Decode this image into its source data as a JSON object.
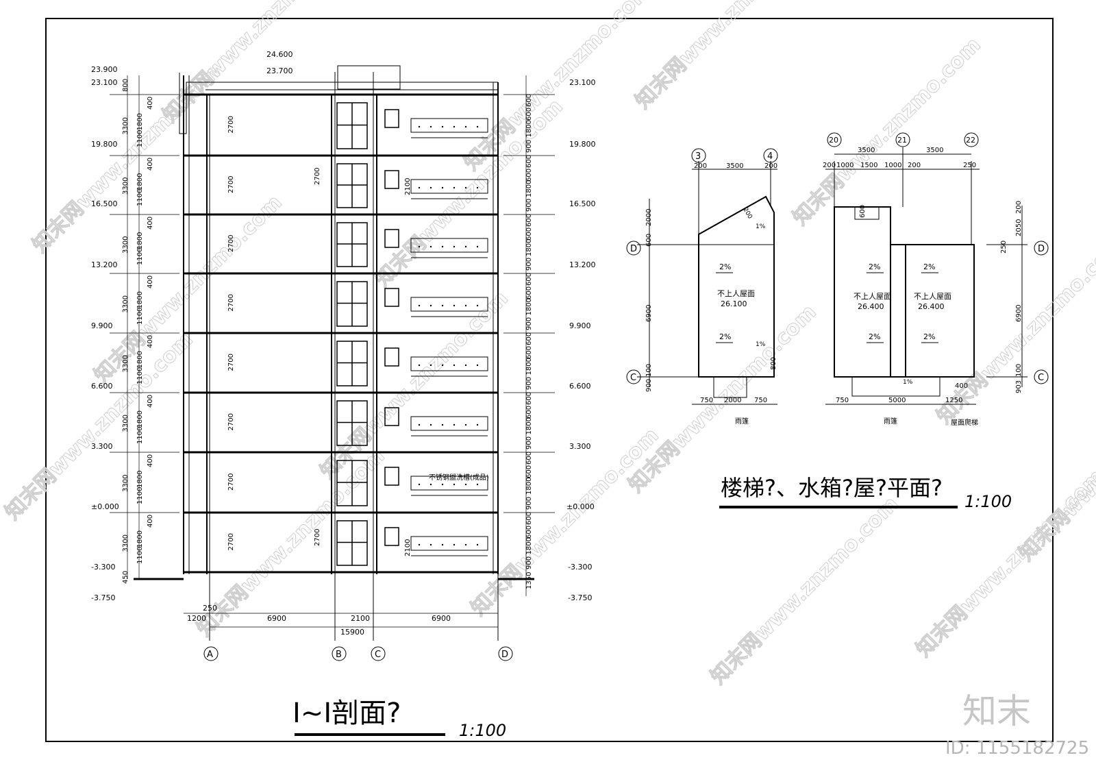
{
  "section": {
    "title": "I~I剖面?",
    "scale": "1:100",
    "left_elevations": [
      "23.900",
      "23.100",
      "19.800",
      "16.500",
      "13.200",
      "9.900",
      "6.600",
      "3.300",
      "±0.000",
      "-3.300",
      "-3.750"
    ],
    "right_elevations": [
      "23.100",
      "19.800",
      "16.500",
      "13.200",
      "9.900",
      "6.600",
      "3.300",
      "±0.000",
      "-3.300",
      "-3.750"
    ],
    "top_elevations": [
      "24.600",
      "23.700"
    ],
    "floor_height": "3300",
    "split_dims": [
      "1100",
      "1800",
      "400"
    ],
    "right_split_dims": [
      "600",
      "600",
      "1800",
      "900"
    ],
    "room_height": "2700",
    "window_height": "2100",
    "bottom_dims": [
      "1350",
      "450",
      "800"
    ],
    "axis_dims": [
      "1200",
      "250",
      "6900",
      "2100",
      "6900"
    ],
    "total_dim": "15900",
    "axes": [
      "A",
      "B",
      "C",
      "D"
    ],
    "sink_label": "不锈钢盥洗槽(成品)"
  },
  "plan": {
    "title": "楼梯?、水箱?屋?平面?",
    "scale": "1:100",
    "left_axes_top": [
      "3",
      "4"
    ],
    "right_axes_top": [
      "20",
      "21",
      "22"
    ],
    "side_axes": [
      "D",
      "C"
    ],
    "left_top_dims": [
      "200",
      "3500",
      "200"
    ],
    "right_top_dims_1": [
      "3500",
      "3500"
    ],
    "right_top_dims_2": [
      "200",
      "1000",
      "1500",
      "1000",
      "200",
      "250"
    ],
    "left_side_dims": [
      "2000",
      "600",
      "6900",
      "100",
      "900"
    ],
    "right_side_dims": [
      "200",
      "2050",
      "250",
      "6900",
      "100",
      "903"
    ],
    "roof_label": "不上人屋面",
    "left_roof_elev": "26.100",
    "right_roof_elev": "26.400",
    "slope": "2%",
    "slope_small": "1%",
    "left_bottom_dims": [
      "750",
      "2000",
      "750"
    ],
    "right_bottom_dims": [
      "750",
      "5000",
      "1250"
    ],
    "canopy": "雨篷",
    "ladder": "屋面爬梯",
    "misc_dims": [
      "600",
      "800",
      "400",
      "200"
    ]
  },
  "brand": {
    "logo": "知末",
    "id_text": "ID: 1155182725",
    "watermark": "知末网www.znzmo.com"
  }
}
